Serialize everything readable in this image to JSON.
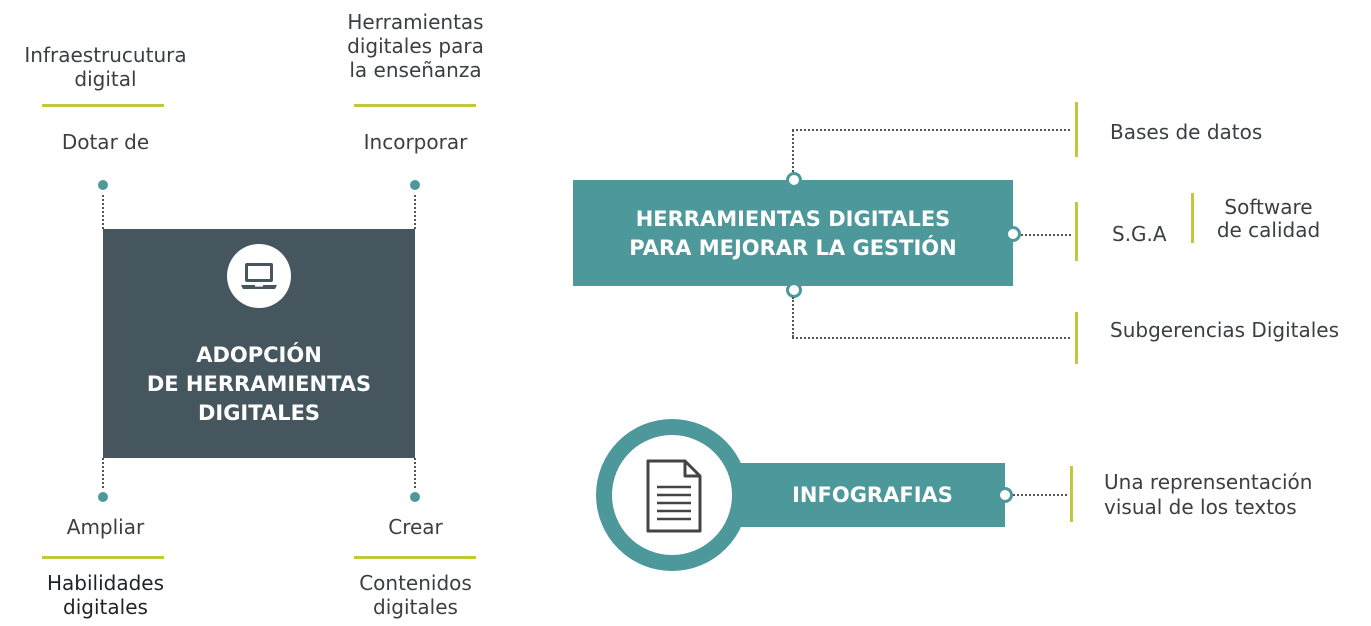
{
  "left": {
    "box_title": [
      "ADOPCIÓN",
      "DE HERRAMIENTAS",
      "DIGITALES"
    ],
    "icon": "laptop-icon",
    "top_left": {
      "header": [
        "Infraestrucutura",
        "digital"
      ],
      "verb": "Dotar de"
    },
    "top_right": {
      "header": [
        "Herramientas",
        "digitales para",
        "la enseñanza"
      ],
      "verb": "Incorporar"
    },
    "bottom_left": {
      "verb": "Ampliar",
      "footer": [
        "Habilidades",
        "digitales"
      ]
    },
    "bottom_right": {
      "verb": "Crear",
      "footer": [
        "Contenidos",
        "digitales"
      ]
    }
  },
  "gestion": {
    "box_title": [
      "HERRAMIENTAS DIGITALES",
      "PARA MEJORAR LA GESTIÓN"
    ],
    "items": {
      "bases": "Bases de datos",
      "sga": "S.G.A",
      "software": [
        "Software",
        "de calidad"
      ],
      "subgerencias": "Subgerencias Digitales"
    }
  },
  "infografias": {
    "title": "INFOGRAFIAS",
    "icon": "document-icon",
    "description": [
      "Una reprensentación",
      "visual de los textos"
    ]
  },
  "colors": {
    "dark_box": "#46565e",
    "teal": "#4d989a",
    "lime": "#c2c83a",
    "text": "#3b3f44"
  }
}
